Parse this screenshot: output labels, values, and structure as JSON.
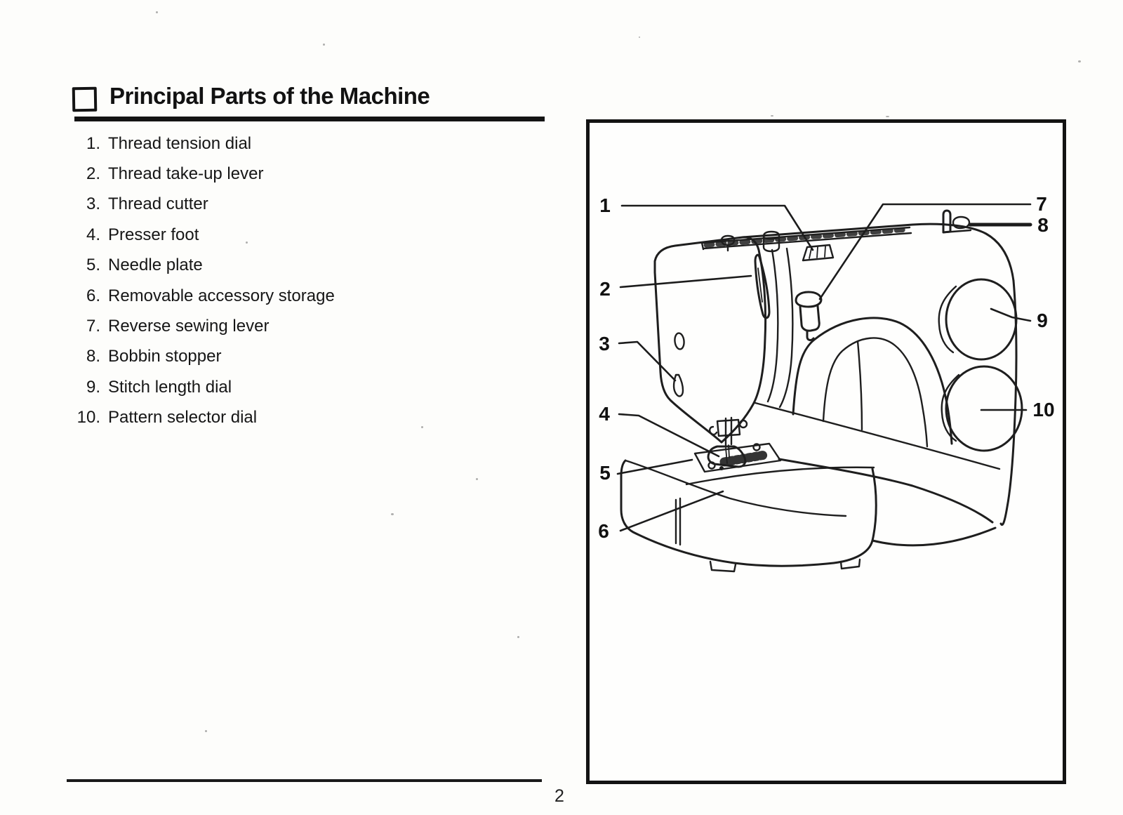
{
  "header": {
    "title": "Principal Parts of the Machine"
  },
  "parts_list": {
    "items": [
      {
        "num": "1.",
        "label": "Thread tension dial"
      },
      {
        "num": "2.",
        "label": "Thread take-up lever"
      },
      {
        "num": "3.",
        "label": "Thread cutter"
      },
      {
        "num": "4.",
        "label": "Presser foot"
      },
      {
        "num": "5.",
        "label": "Needle plate"
      },
      {
        "num": "6.",
        "label": "Removable accessory storage"
      },
      {
        "num": "7.",
        "label": "Reverse sewing lever"
      },
      {
        "num": "8.",
        "label": "Bobbin stopper"
      },
      {
        "num": "9.",
        "label": "Stitch length dial"
      },
      {
        "num": "10.",
        "label": "Pattern selector dial"
      }
    ]
  },
  "diagram": {
    "callouts": [
      {
        "num": "1"
      },
      {
        "num": "2"
      },
      {
        "num": "3"
      },
      {
        "num": "4"
      },
      {
        "num": "5"
      },
      {
        "num": "6"
      },
      {
        "num": "7"
      },
      {
        "num": "8"
      },
      {
        "num": "9"
      },
      {
        "num": "10"
      }
    ]
  },
  "footer": {
    "page_number": "2"
  }
}
